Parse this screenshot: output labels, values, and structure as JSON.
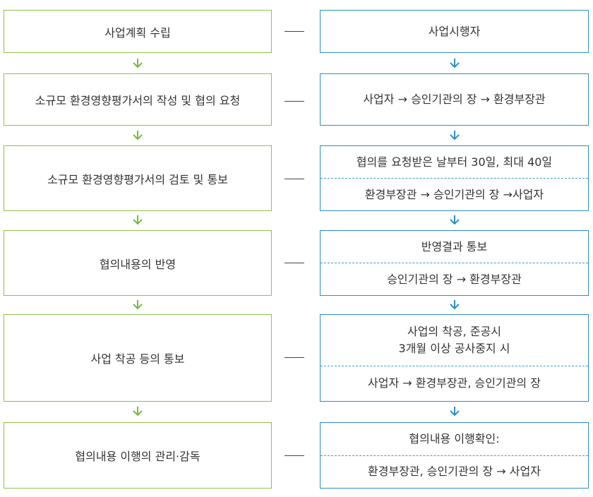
{
  "steps": [
    {
      "left": "사업계획 수립",
      "right_single": "사업시행자"
    },
    {
      "left": "소규모 환경영향평가서의 작성 및 협의 요청",
      "right_single": "사업자 → 승인기관의 장 → 환경부장관"
    },
    {
      "left": "소규모 환경영향평가서의 검토 및 통보",
      "right_top": [
        "협의를 요청받은 날부터 30일, 최대 40일"
      ],
      "right_bottom": "환경부장관 → 승인기관의 장 →사업자"
    },
    {
      "left": "협의내용의 반영",
      "right_top": [
        "반영결과 통보"
      ],
      "right_bottom": "승인기관의 장 → 환경부장관"
    },
    {
      "left": "사업 착공 등의 통보",
      "right_top": [
        "사업의 착공, 준공시",
        "3개월 이상 공사중지 시"
      ],
      "right_bottom": "사업자 → 환경부장관, 승인기관의 장"
    },
    {
      "left": "협의내용 이행의 관리·감독",
      "right_top": [
        "협의내용 이행확인:"
      ],
      "right_bottom": "환경부장관, 승인기관의 장 → 사업자"
    }
  ],
  "colors": {
    "left_border": "#8fc04d",
    "right_border": "#2e8fc4",
    "left_arrow": "#7ab648",
    "right_arrow": "#2e8fc4"
  },
  "icons": {
    "left_arrow": "chevron-down-arrow-green",
    "right_arrow": "chevron-down-arrow-blue"
  }
}
